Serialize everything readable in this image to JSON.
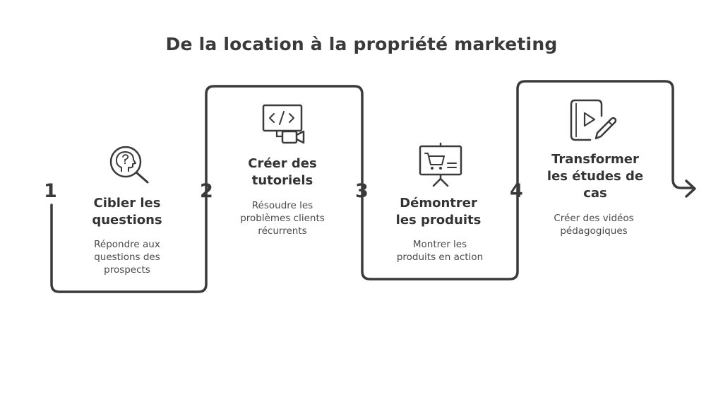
{
  "title": "De la location à la propriété marketing",
  "steps": [
    {
      "number": "1",
      "heading": "Cibler les\nquestions",
      "description": "Répondre aux\nquestions des\nprospects",
      "icon": "question-head-magnifier-icon"
    },
    {
      "number": "2",
      "heading": "Créer des\ntutoriels",
      "description": "Résoudre les\nproblèmes clients\nrécurrents",
      "icon": "code-video-icon"
    },
    {
      "number": "3",
      "heading": "Démontrer\nles produits",
      "description": "Montrer les\nproduits en action",
      "icon": "cart-presentation-icon"
    },
    {
      "number": "4",
      "heading": "Transformer\nles études de\ncas",
      "description": "Créer des vidéos\npédagogiques",
      "icon": "video-edit-icon"
    }
  ],
  "colors": {
    "stroke": "#3a3a3a",
    "text": "#333333",
    "background": "#ffffff"
  }
}
